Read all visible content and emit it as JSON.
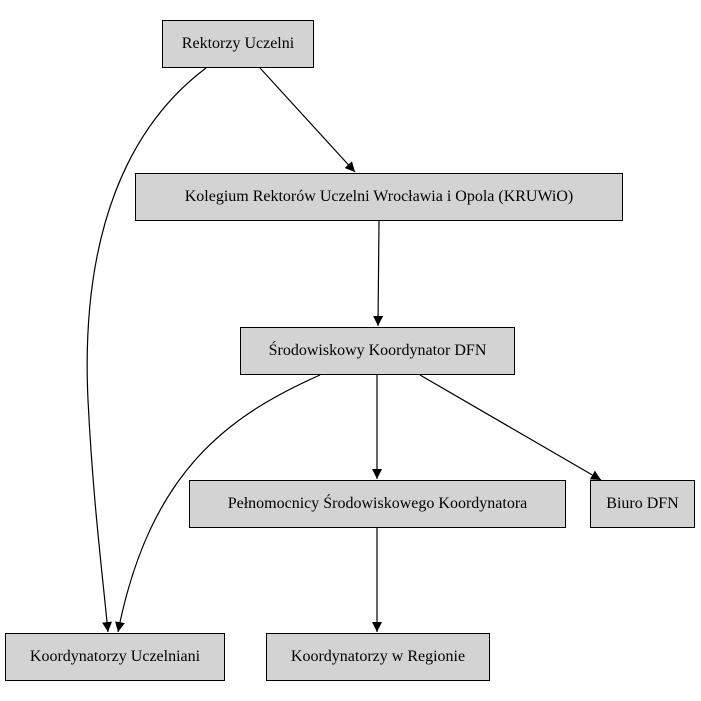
{
  "nodes": {
    "rektorzy": "Rektorzy Uczelni",
    "kolegium": "Kolegium Rektorów Uczelni Wrocławia i Opola (KRUWiO)",
    "srodowiskowy": "Środowiskowy Koordynator DFN",
    "pelnomocnicy": "Pełnomocnicy Środowiskowego Koordynatora",
    "biuro": "Biuro DFN",
    "uczelniani": "Koordynatorzy Uczelniani",
    "region": "Koordynatorzy w Regionie"
  },
  "colors": {
    "node_fill": "#d3d3d3",
    "stroke": "#000000"
  }
}
